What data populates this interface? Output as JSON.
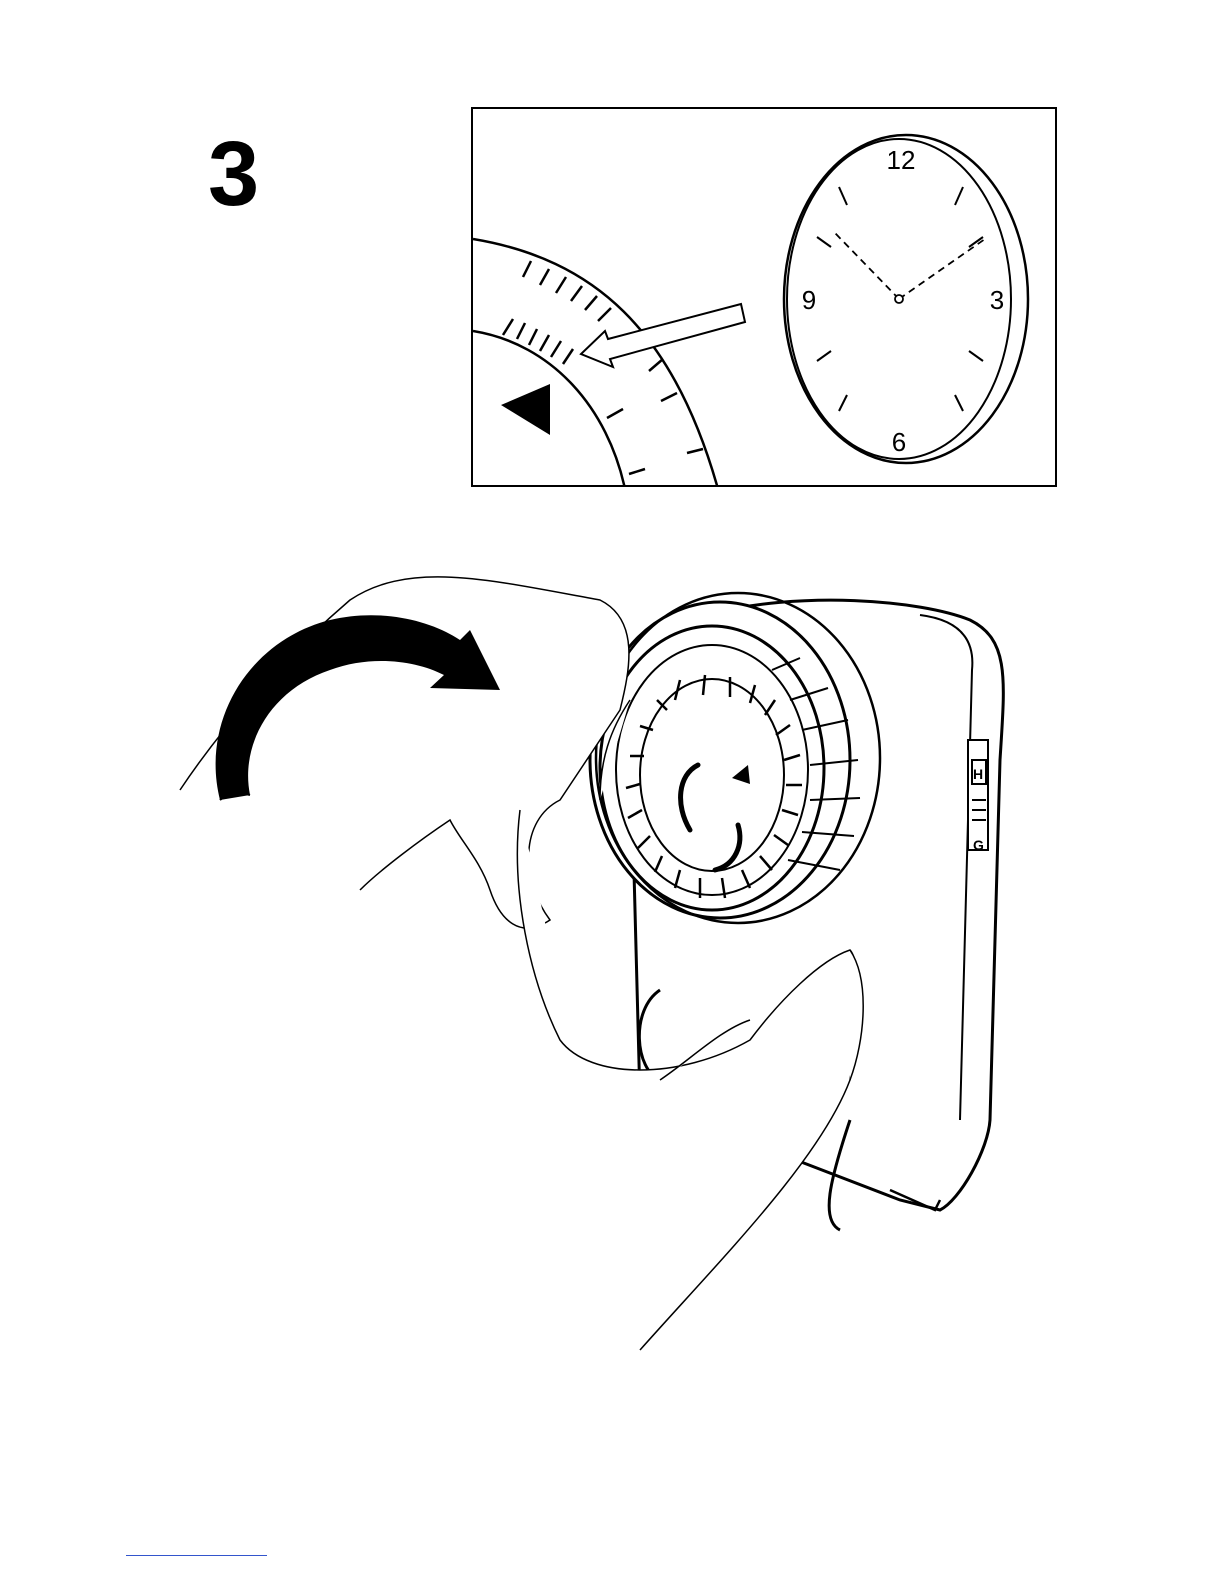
{
  "step": {
    "number": "3"
  },
  "detail": {
    "clock_numerals": {
      "twelve": "12",
      "three": "3",
      "six": "6",
      "nine": "9"
    }
  },
  "timer": {
    "switch_labels": [
      "H",
      "G"
    ]
  },
  "colors": {
    "ink": "#000000",
    "paper": "#ffffff",
    "footer_rule": "#3355cc"
  },
  "icons": [
    "curved-arrow-icon",
    "straight-arrow-icon",
    "pointer-triangle-icon",
    "rotate-arrows-icon"
  ]
}
